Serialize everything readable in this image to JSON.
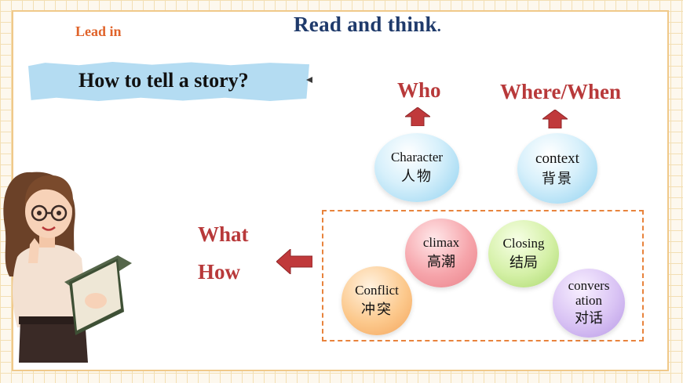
{
  "header": {
    "section_label": "Lead in",
    "title": "Read and think",
    "title_suffix": "."
  },
  "banner": {
    "question": "How to tell a story?"
  },
  "questions": {
    "who": "Who",
    "where_when": "Where/When",
    "what": "What",
    "how": "How"
  },
  "circles": {
    "character": {
      "en": "Character",
      "zh": "人物"
    },
    "context": {
      "en": "context",
      "zh": "背景"
    },
    "climax": {
      "en": "climax",
      "zh": "高潮"
    },
    "closing": {
      "en": "Closing",
      "zh": "结局"
    },
    "conflict": {
      "en": "Conflict",
      "zh": "冲突"
    },
    "conversation": {
      "en_line1": "convers",
      "en_line2": "ation",
      "zh": "对话"
    }
  },
  "colors": {
    "title": "#1f3a6b",
    "lead_in": "#e0632a",
    "question": "#b8393a",
    "arrow": "#c0393b",
    "dashed_border": "#e8833c",
    "banner": "#b4dcf2"
  },
  "icons": [
    "arrow-up-icon",
    "arrow-left-icon"
  ],
  "illustration": "teacher-holding-book-illustration"
}
